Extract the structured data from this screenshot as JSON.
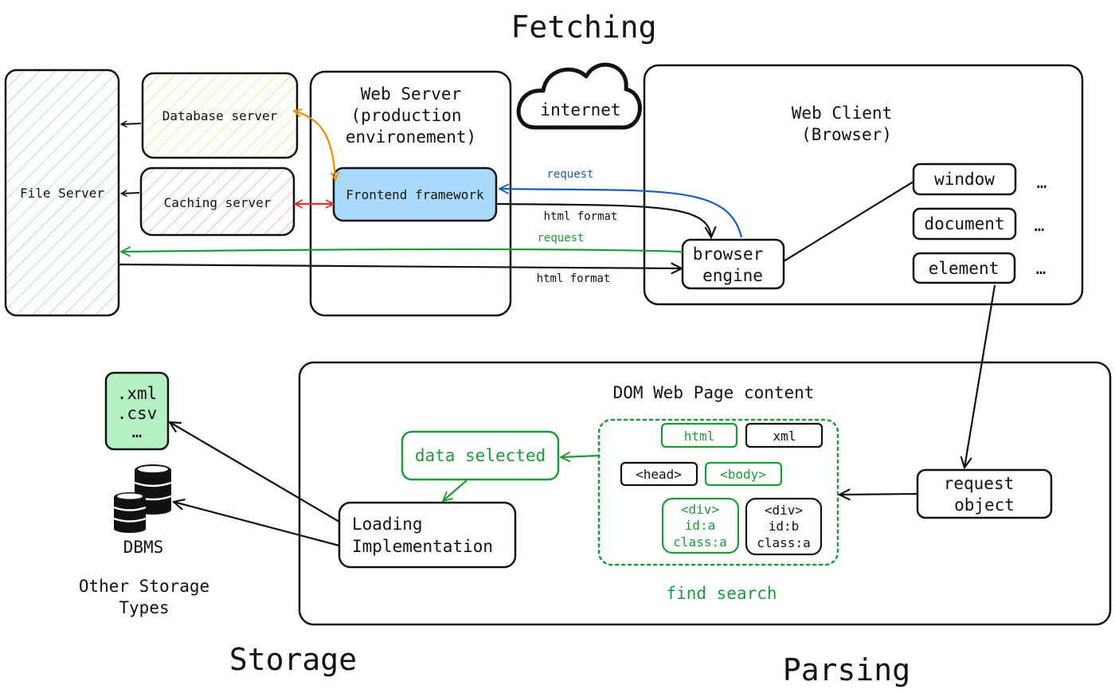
{
  "headings": {
    "fetching": "Fetching",
    "storage": "Storage",
    "parsing": "Parsing"
  },
  "fetching": {
    "file_server": "File Server",
    "database_server": "Database server",
    "caching_server": "Caching server",
    "web_server": {
      "line1": "Web Server",
      "line2": "(production",
      "line3": "environement)"
    },
    "frontend_framework": "Frontend framework",
    "internet": "internet",
    "web_client": {
      "line1": "Web Client",
      "line2": "(Browser)"
    },
    "browser_engine": {
      "line1": "browser",
      "line2": "engine"
    },
    "window": "window",
    "document": "document",
    "element": "element",
    "ellipsis": "…",
    "request_label": "request",
    "html_format_label": "html format"
  },
  "parsing": {
    "dom_title": "DOM Web Page content",
    "html_tag": "html",
    "xml_tag": "xml",
    "head_tag": "<head>",
    "body_tag": "<body>",
    "div_a": {
      "line1": "<div>",
      "line2": "id:a",
      "line3": "class:a"
    },
    "div_b": {
      "line1": "<div>",
      "line2": "id:b",
      "line3": "class:a"
    },
    "find_search": "find search",
    "data_selected": "data selected",
    "request_object": {
      "line1": "request",
      "line2": "object"
    },
    "loading": {
      "line1": "Loading",
      "line2": "Implementation"
    }
  },
  "storage": {
    "file_types": [
      ".xml",
      ".csv",
      "…"
    ],
    "dbms": "DBMS",
    "other": {
      "line1": "Other Storage",
      "line2": "Types"
    }
  },
  "colors": {
    "green": "#1e9a3a",
    "green_fill": "#b6efc4",
    "blue": "#1a5fb4",
    "frontend_fill": "#a9dafd",
    "orange": "#f08c00",
    "red": "#e03131",
    "db_hatch": "#f5d96a",
    "cache_hatch": "#f3a0a8",
    "file_hatch": "#8fdca2"
  }
}
